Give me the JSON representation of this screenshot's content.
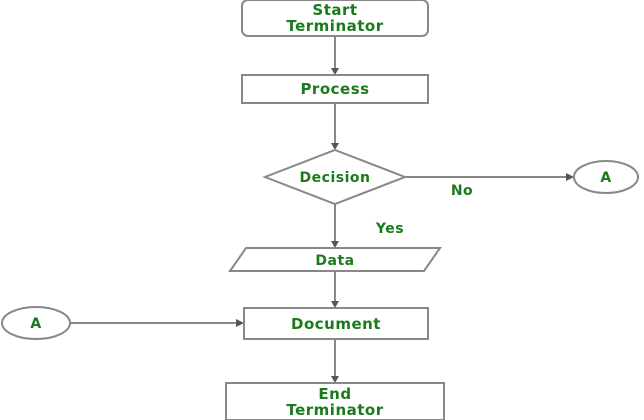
{
  "nodes": {
    "start": {
      "line1": "Start",
      "line2": "Terminator"
    },
    "process": {
      "label": "Process"
    },
    "decision": {
      "label": "Decision"
    },
    "connector_right": {
      "label": "A"
    },
    "data": {
      "label": "Data"
    },
    "connector_left": {
      "label": "A"
    },
    "document": {
      "label": "Document"
    },
    "end": {
      "line1": "End",
      "line2": "Terminator"
    }
  },
  "edges": {
    "no_label": "No",
    "yes_label": "Yes"
  },
  "colors": {
    "text": "#1b7a1b",
    "stroke": "#888888",
    "arrow": "#555555"
  }
}
